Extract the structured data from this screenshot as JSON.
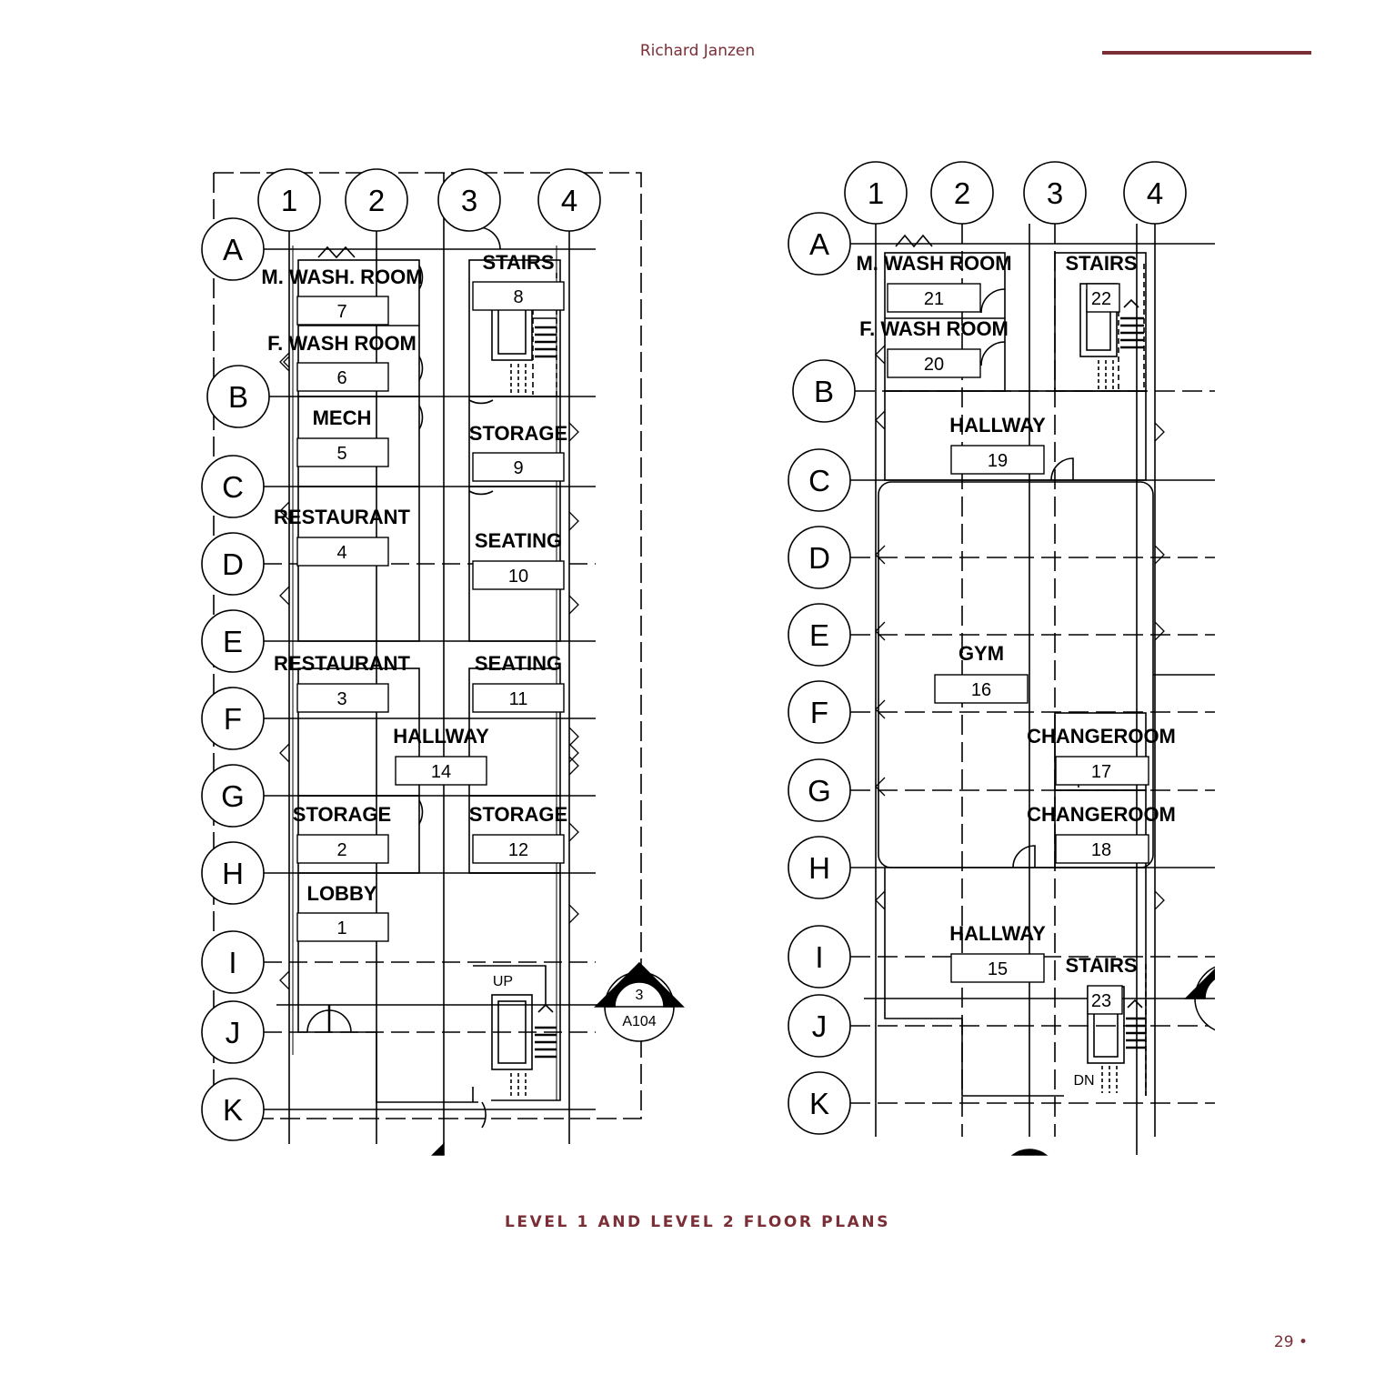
{
  "header": {
    "author": "Richard Janzen"
  },
  "caption": "LEVEL 1 AND LEVEL 2 FLOOR PLANS",
  "page_number": "29 •",
  "colors": {
    "accent": "#7a2e35",
    "linework": "#000000"
  },
  "level1": {
    "columns": [
      "1",
      "2",
      "3",
      "4"
    ],
    "rows": [
      "A",
      "B",
      "C",
      "D",
      "E",
      "F",
      "G",
      "H",
      "I",
      "J",
      "K"
    ],
    "rooms": [
      {
        "name": "M. WASH. ROOM",
        "number": "7"
      },
      {
        "name": "F. WASH ROOM",
        "number": "6"
      },
      {
        "name": "MECH",
        "number": "5"
      },
      {
        "name": "RESTAURANT",
        "number": "4"
      },
      {
        "name": "RESTAURANT",
        "number": "3"
      },
      {
        "name": "STORAGE",
        "number": "2"
      },
      {
        "name": "LOBBY",
        "number": "1"
      },
      {
        "name": "STAIRS",
        "number": "8"
      },
      {
        "name": "STORAGE",
        "number": "9"
      },
      {
        "name": "SEATING",
        "number": "10"
      },
      {
        "name": "SEATING",
        "number": "11"
      },
      {
        "name": "HALLWAY",
        "number": "14"
      },
      {
        "name": "STORAGE",
        "number": "12"
      }
    ],
    "stair_note": "UP",
    "section_marker": {
      "number": "3",
      "sheet": "A104"
    }
  },
  "level2": {
    "columns": [
      "1",
      "2",
      "3",
      "4"
    ],
    "rows": [
      "A",
      "B",
      "C",
      "D",
      "E",
      "F",
      "G",
      "H",
      "I",
      "J",
      "K"
    ],
    "rooms": [
      {
        "name": "M. WASH ROOM",
        "number": "21"
      },
      {
        "name": "F. WASH ROOM",
        "number": "20"
      },
      {
        "name": "STAIRS",
        "number": "22"
      },
      {
        "name": "HALLWAY",
        "number": "19"
      },
      {
        "name": "GYM",
        "number": "16"
      },
      {
        "name": "CHANGEROOM",
        "number": "17"
      },
      {
        "name": "CHANGEROOM",
        "number": "18"
      },
      {
        "name": "HALLWAY",
        "number": "15"
      },
      {
        "name": "STAIRS",
        "number": "23"
      }
    ],
    "stair_note": "DN"
  }
}
